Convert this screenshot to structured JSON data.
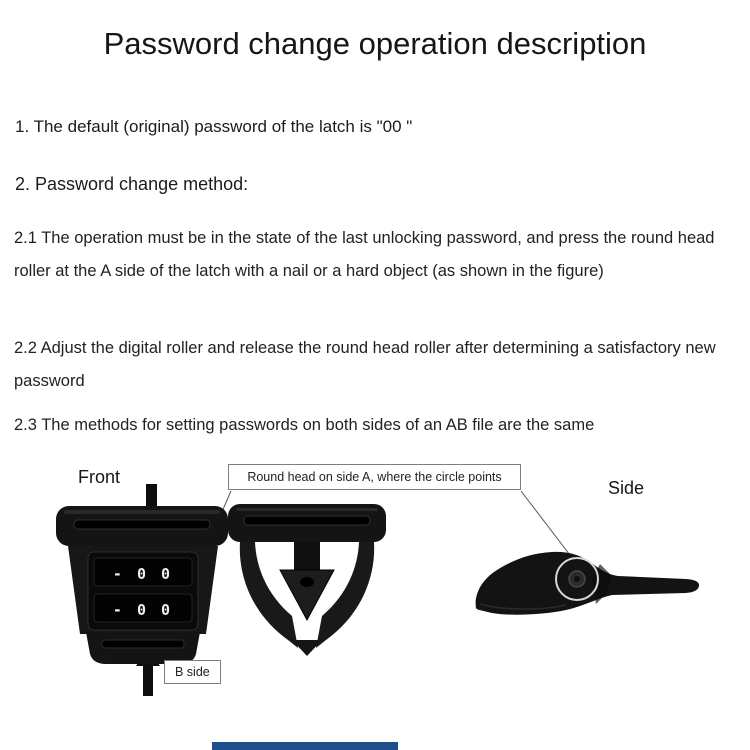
{
  "title": "Password change operation description",
  "instructions": {
    "item_1": "1. The default (original) password of the latch is \"00 \"",
    "item_2_heading": "2. Password change method:",
    "item_2_1": "2.1 The operation must be in the state of the last unlocking password, and press the round head roller at the A side of the latch with a nail or a hard object (as shown in the figure)",
    "item_2_2": "2.2 Adjust the digital roller and release the round head roller after determining a satisfactory new password",
    "item_2_3": "2.3 The methods for setting passwords on both sides of an AB file are the same"
  },
  "diagram": {
    "front_label": "Front",
    "side_label": "Side",
    "callout_label": "Round head on side A, where the circle points",
    "b_side_label": "B side",
    "dial_row_1": "- 0 0",
    "dial_row_2": "- 0 0"
  },
  "colors": {
    "text": "#1c1c1c",
    "product_black": "#131313",
    "highlight_circle": "#d8d8d8",
    "callout_border": "#7e7e7e",
    "footer_bar": "#1f4e8c",
    "background": "#ffffff"
  }
}
